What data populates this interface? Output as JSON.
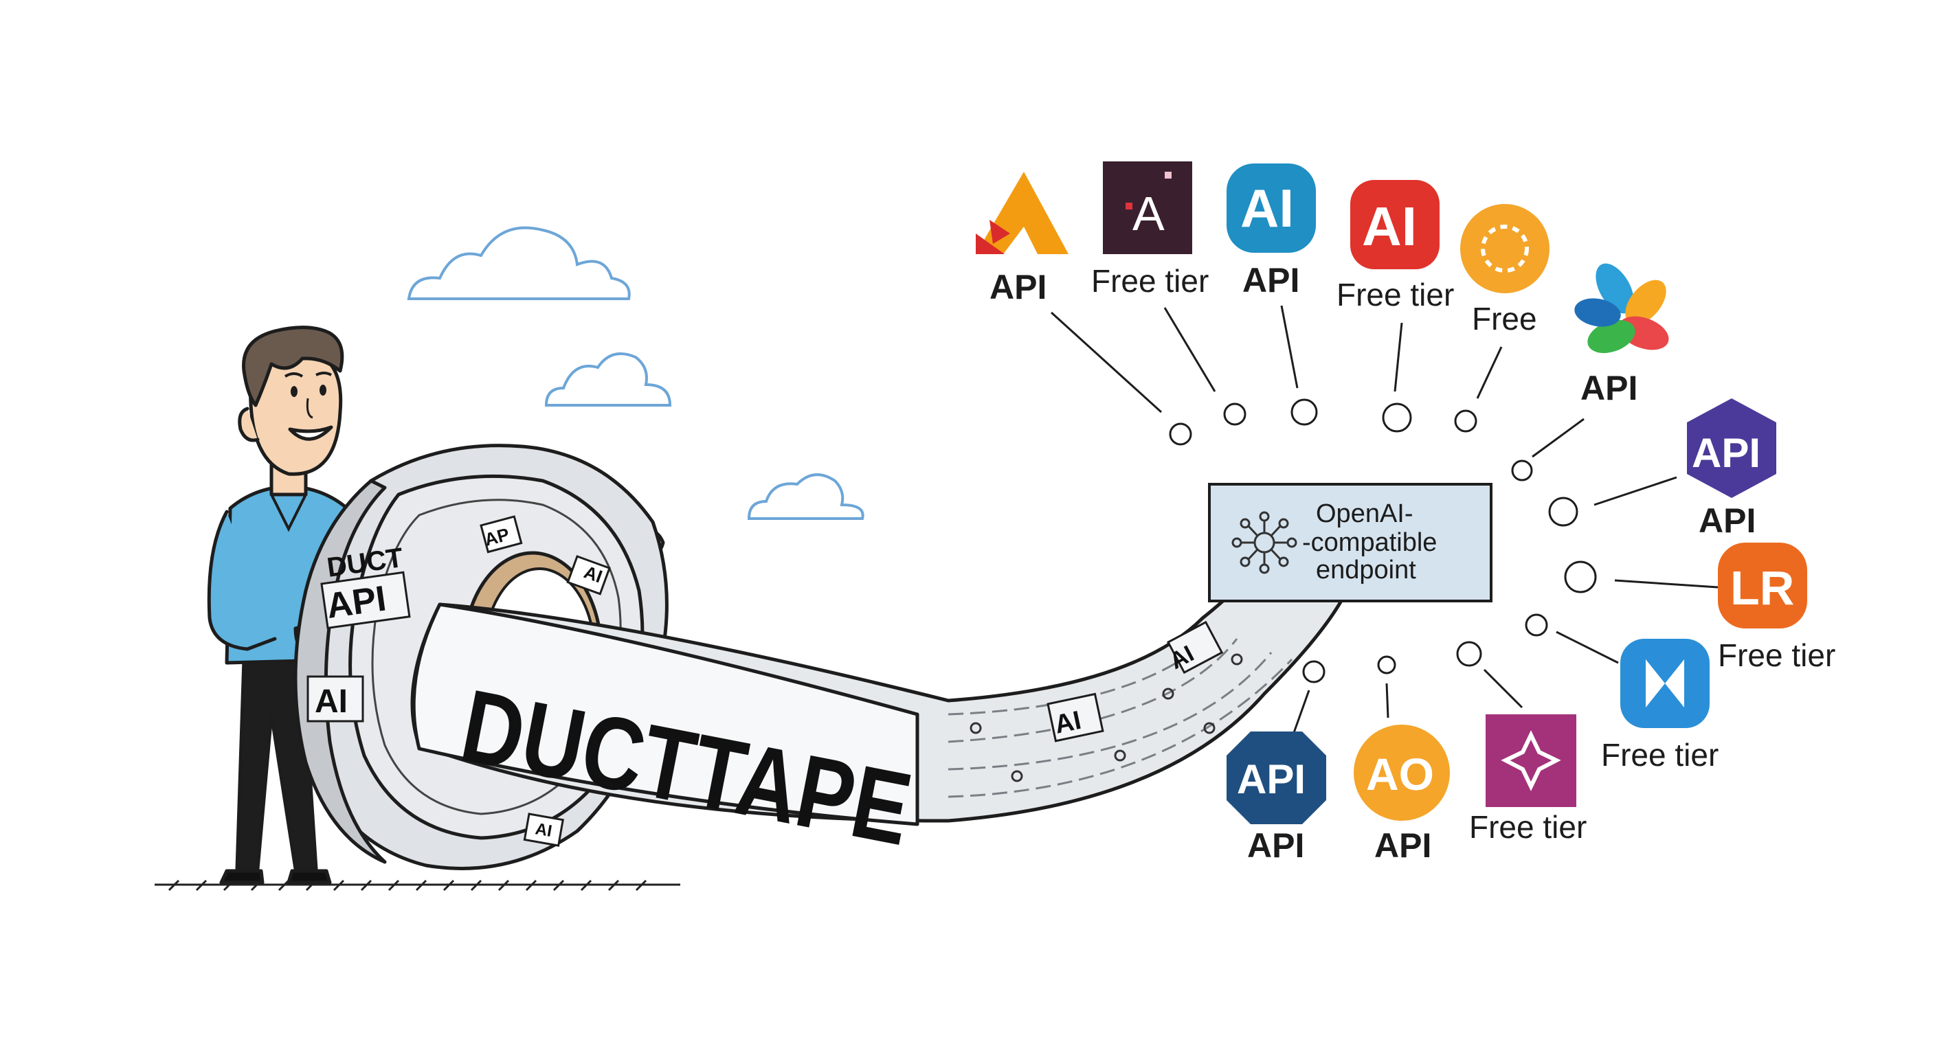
{
  "tape_roll": {
    "banner_text": "DUCTTAPE",
    "roll_side_top": "DUCT",
    "roll_side_api": "API",
    "roll_side_ai": "AI",
    "roll_face_tags": [
      "AP",
      "AI",
      "AI"
    ],
    "strip_tags": [
      "AI",
      "AI"
    ]
  },
  "endpoint": {
    "line1": "OpenAI-",
    "line2": "-compatible",
    "line3": "endpoint"
  },
  "providers": [
    {
      "id": "p1",
      "logo_text": "",
      "label": "API",
      "color": "#f39c12",
      "shape": "triangle"
    },
    {
      "id": "p2",
      "logo_text": "A",
      "label": "Free tier",
      "color": "#3a1f2e",
      "shape": "square"
    },
    {
      "id": "p3",
      "logo_text": "AI",
      "label": "API",
      "color": "#1f8fc4",
      "shape": "rounded"
    },
    {
      "id": "p4",
      "logo_text": "AI",
      "label": "Free tier",
      "color": "#e0332b",
      "shape": "rounded"
    },
    {
      "id": "p5",
      "logo_text": "",
      "label": "Free",
      "color": "#f4a52a",
      "shape": "circle"
    },
    {
      "id": "p6",
      "logo_text": "",
      "label": "API",
      "color": "#2d9fd9",
      "shape": "flower"
    },
    {
      "id": "p7",
      "logo_text": "API",
      "label": "API",
      "color": "#4b3a9a",
      "shape": "hexagon"
    },
    {
      "id": "p8",
      "logo_text": "LR",
      "label": "Free tier",
      "color": "#ec6a1f",
      "shape": "rounded"
    },
    {
      "id": "p9",
      "logo_text": "",
      "label": "Free tier",
      "color": "#2a8fd8",
      "shape": "rounded"
    },
    {
      "id": "p10",
      "logo_text": "",
      "label": "Free tier",
      "color": "#a3327a",
      "shape": "square"
    },
    {
      "id": "p11",
      "logo_text": "AO",
      "label": "API",
      "color": "#f4a52a",
      "shape": "circle"
    },
    {
      "id": "p12",
      "logo_text": "API",
      "label": "API",
      "color": "#1f4f80",
      "shape": "octagon"
    }
  ]
}
